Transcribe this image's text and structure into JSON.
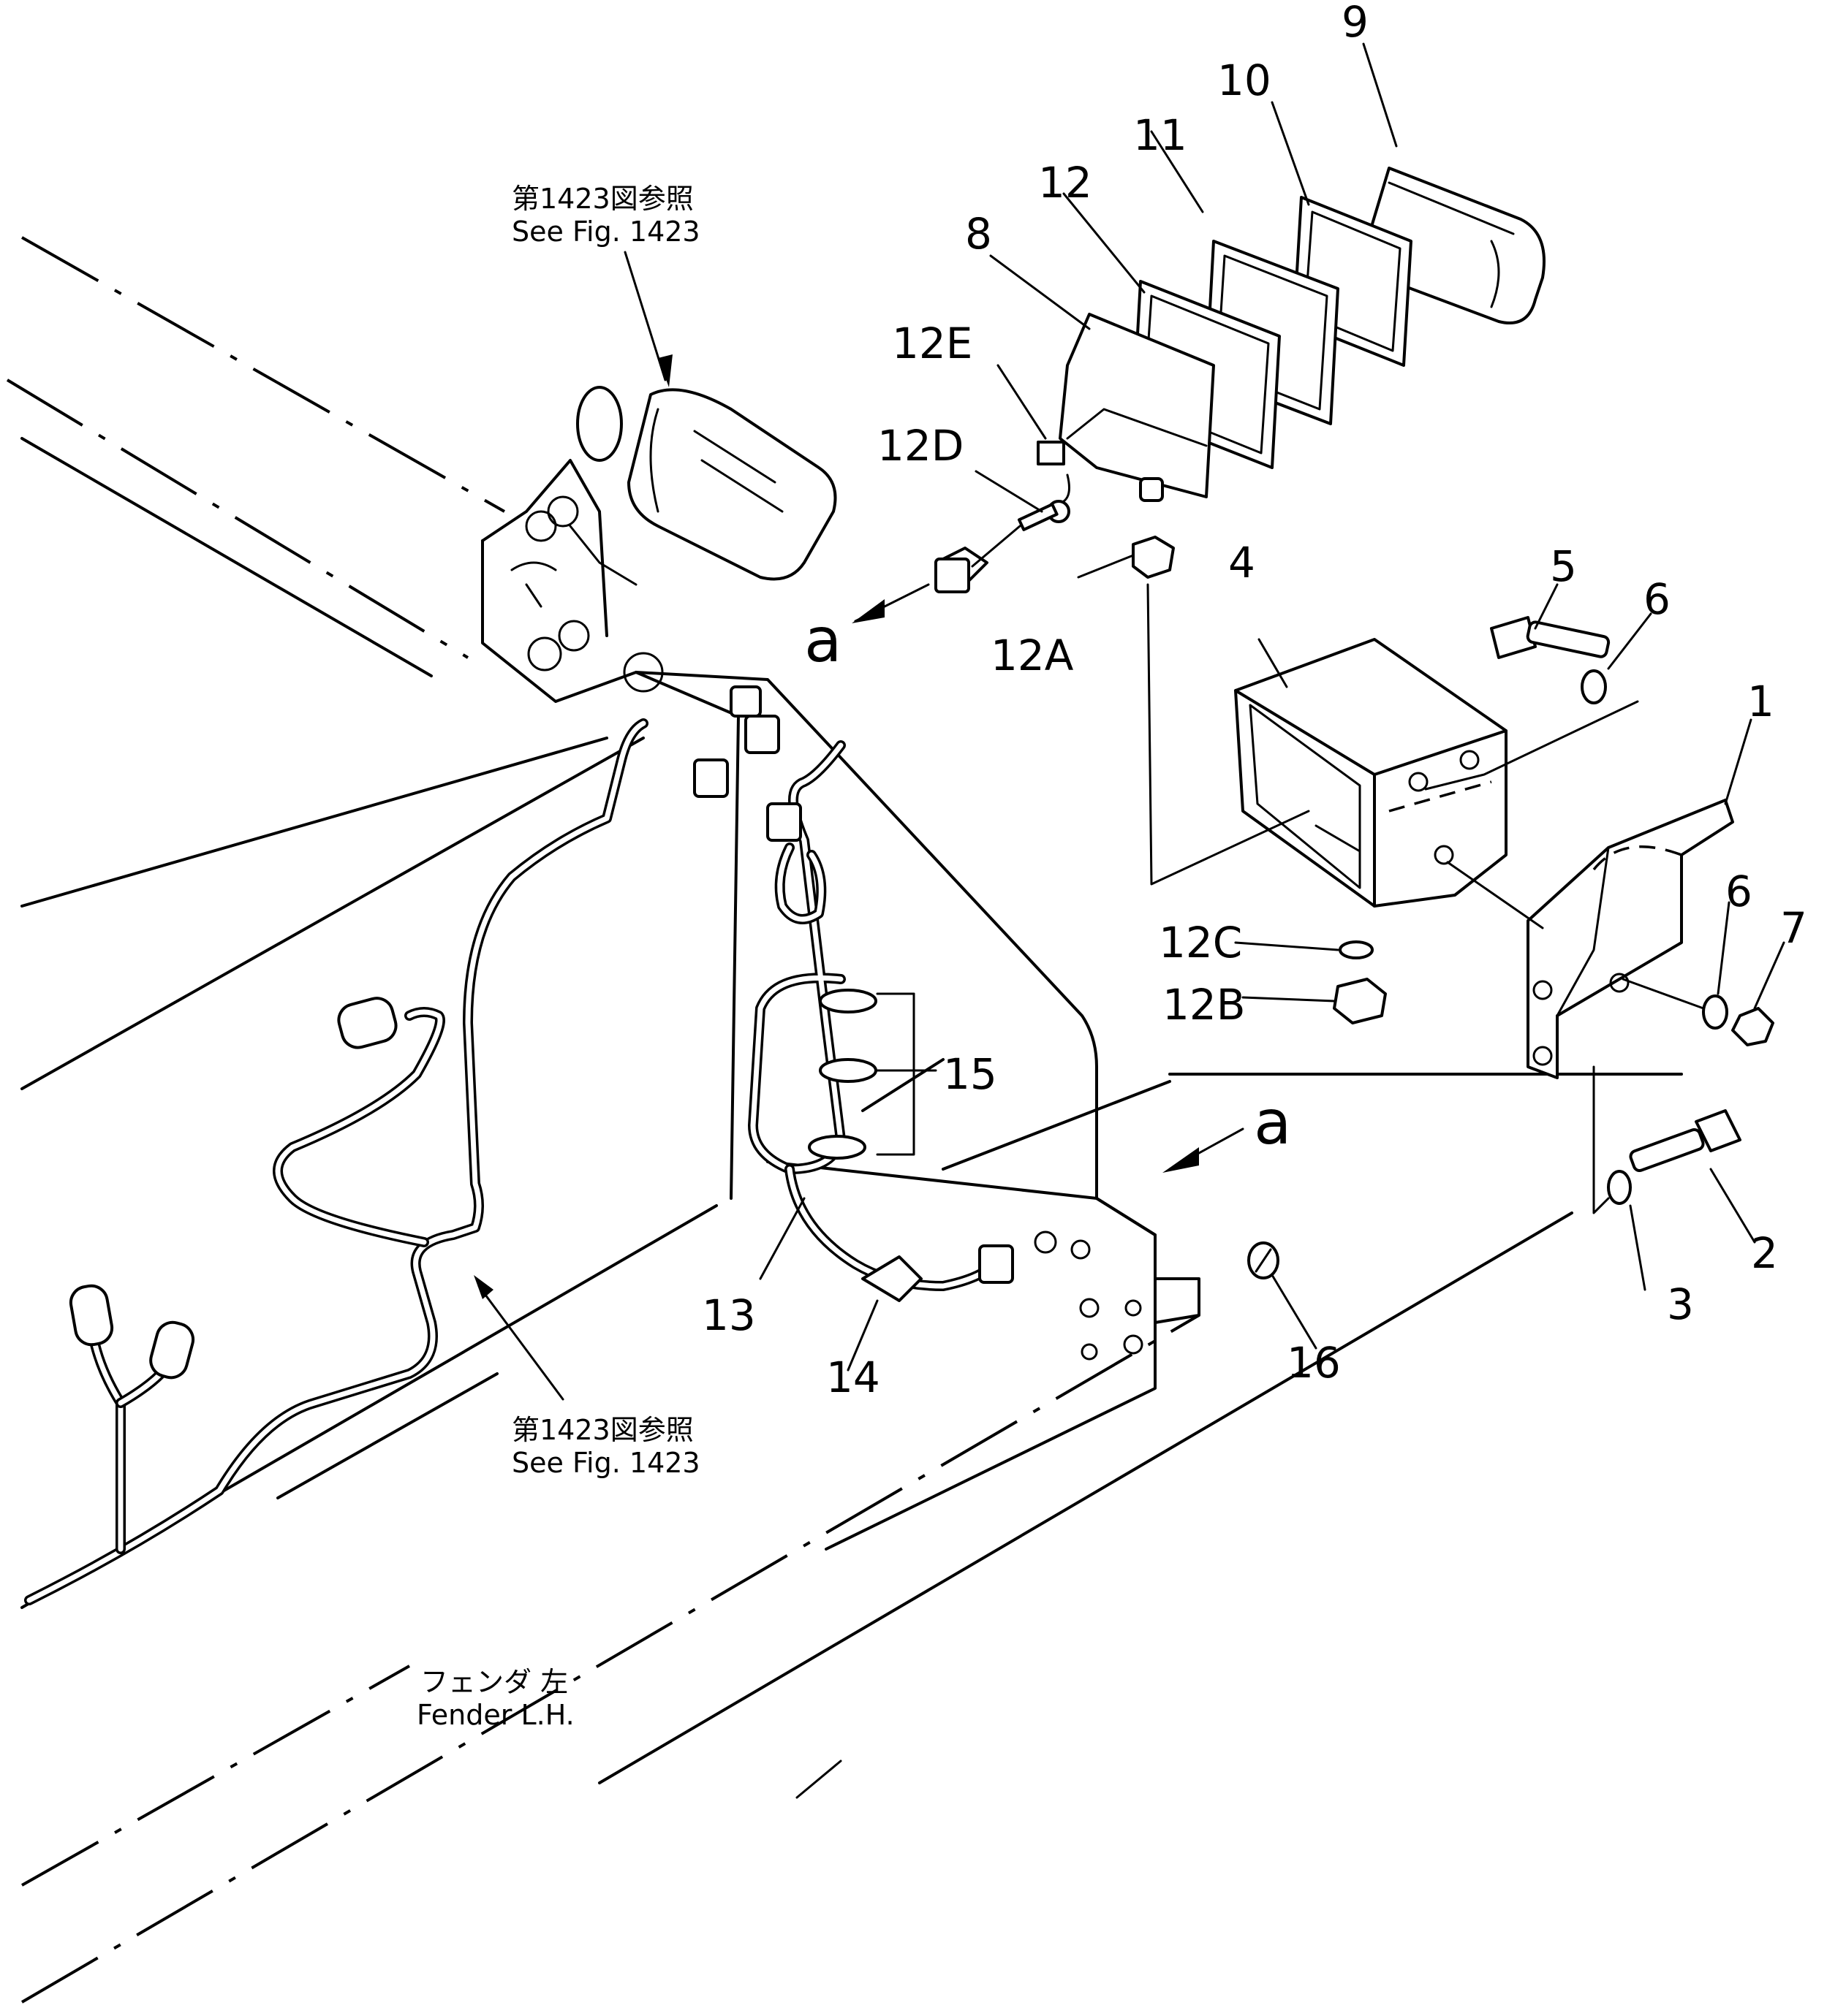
{
  "callouts": {
    "c1": "1",
    "c2": "2",
    "c3": "3",
    "c4": "4",
    "c5": "5",
    "c6a": "6",
    "c6b": "6",
    "c7": "7",
    "c8": "8",
    "c9": "9",
    "c10": "10",
    "c11": "11",
    "c12": "12",
    "c12a": "12A",
    "c12b": "12B",
    "c12c": "12C",
    "c12d": "12D",
    "c12e": "12E",
    "c13": "13",
    "c14": "14",
    "c15": "15",
    "c16": "16",
    "view_a_1": "a",
    "view_a_2": "a"
  },
  "references": {
    "top": {
      "jp": "第1423図参照",
      "en": "See  Fig. 1423"
    },
    "bottom": {
      "jp": "第1423図参照",
      "en": "See  Fig. 1423"
    }
  },
  "fender_label": {
    "jp": "フェンダ  左",
    "en": "Fender  L.H."
  }
}
